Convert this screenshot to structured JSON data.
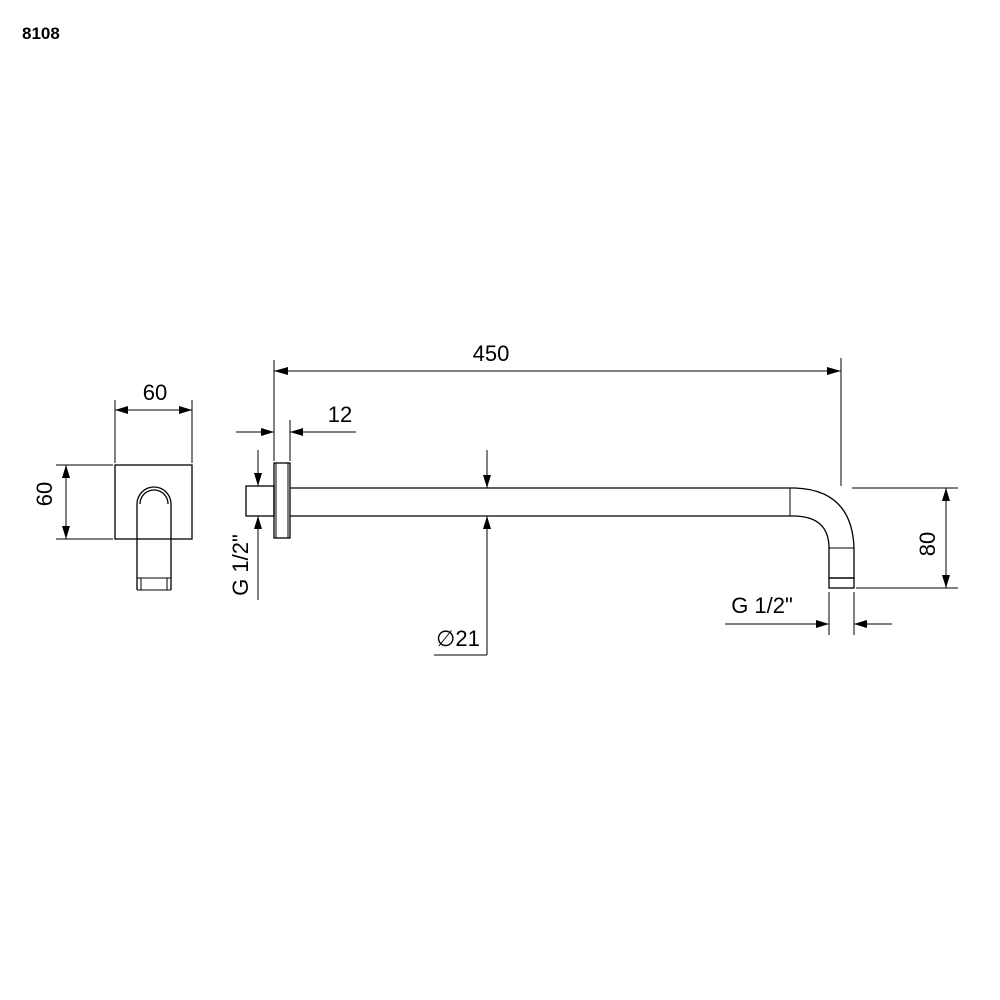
{
  "model_code": "8108",
  "dimensions": {
    "length": "450",
    "flange_thickness": "12",
    "plate_width": "60",
    "plate_height": "60",
    "drop_height": "80",
    "pipe_diameter": "∅21",
    "inlet_thread": "G 1/2\"",
    "outlet_thread": "G 1/2\""
  }
}
